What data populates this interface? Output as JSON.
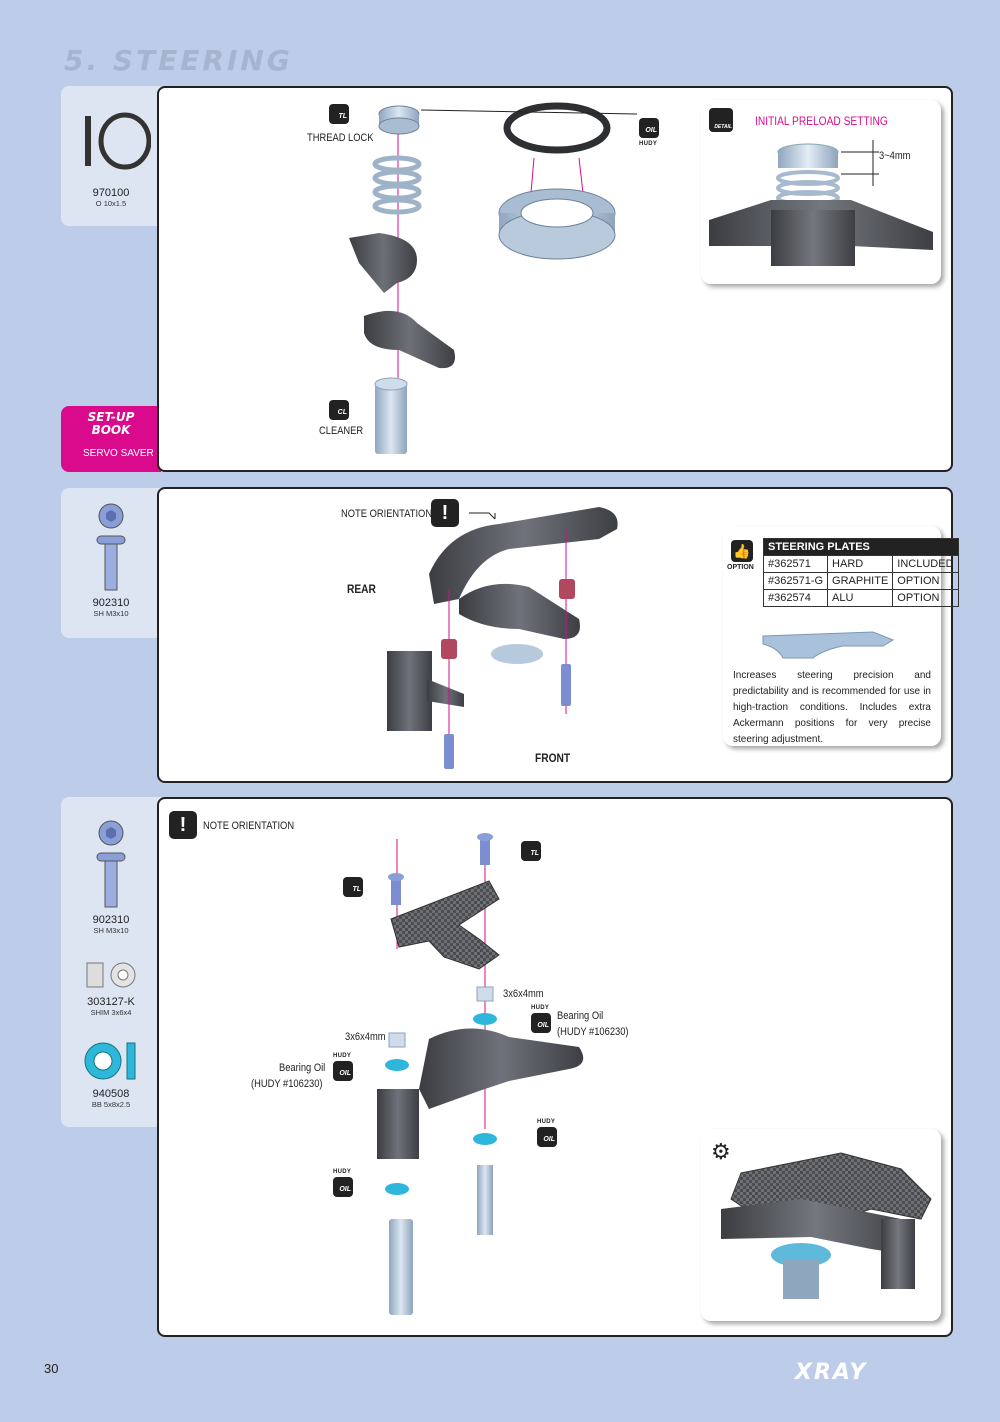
{
  "page": {
    "title": "5. STEERING",
    "number": "30",
    "brand": "XRAY"
  },
  "section1": {
    "part": {
      "code": "970100",
      "desc": "O 10x1.5"
    },
    "labels": {
      "thread_lock": "THREAD LOCK",
      "cleaner": "CLEANER"
    },
    "icons": {
      "tl": "TL",
      "oil": "OIL",
      "hudy": "HUDY",
      "cl": "CL"
    },
    "detail": {
      "badge": "DETAIL",
      "title": "INITIAL PRELOAD SETTING",
      "dimension": "3~4mm"
    },
    "setup_book": {
      "line1": "SET-UP",
      "line2": "BOOK",
      "caption": "SERVO SAVER"
    }
  },
  "section2": {
    "part": {
      "code": "902310",
      "desc": "SH M3x10"
    },
    "labels": {
      "note": "NOTE ORIENTATION",
      "rear": "REAR",
      "front": "FRONT"
    },
    "option": {
      "badge": "OPTION",
      "table_title": "STEERING PLATES",
      "rows": [
        [
          "#362571",
          "HARD",
          "INCLUDED"
        ],
        [
          "#362571-G",
          "GRAPHITE",
          "OPTION"
        ],
        [
          "#362574",
          "ALU",
          "OPTION"
        ]
      ],
      "note": "Increases steering precision and predictability and is recommended for use in high-traction conditions. Includes extra Ackermann positions for very precise steering adjustment."
    }
  },
  "section3": {
    "parts": [
      {
        "code": "902310",
        "desc": "SH M3x10"
      },
      {
        "code": "303127-K",
        "desc": "SHIM 3x6x4"
      },
      {
        "code": "940508",
        "desc": "BB 5x8x2.5"
      }
    ],
    "labels": {
      "note": "NOTE ORIENTATION",
      "shim_a": "3x6x4mm",
      "shim_b": "3x6x4mm",
      "oil_a_1": "Bearing Oil",
      "oil_a_2": "(HUDY #106230)",
      "oil_b_1": "Bearing Oil",
      "oil_b_2": "(HUDY #106230)"
    },
    "icons": {
      "tl": "TL",
      "oil": "OIL",
      "hudy": "HUDY"
    }
  },
  "colors": {
    "background": "#bccce9",
    "accent": "#d90b8c",
    "title": "#a6b4cf"
  }
}
